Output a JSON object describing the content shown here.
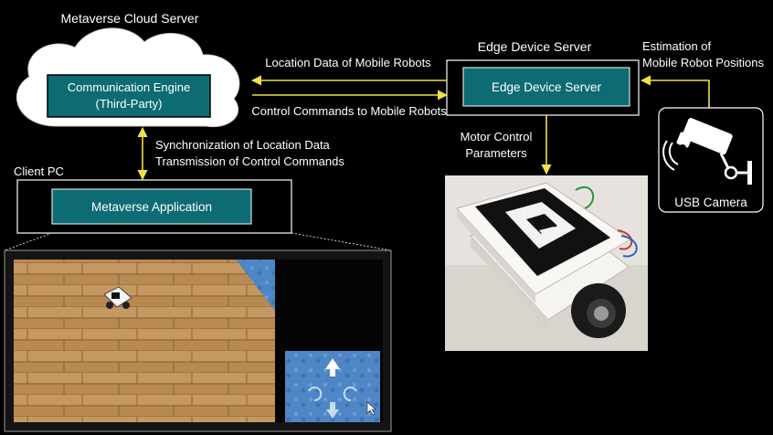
{
  "cloud": {
    "title": "Metaverse Cloud Server",
    "engine_line1": "Communication Engine",
    "engine_line2": "(Third-Party)"
  },
  "edge": {
    "title": "Edge Device Server",
    "box_label": "Edge Device Server"
  },
  "client": {
    "title": "Client PC",
    "app_label": "Metaverse Application"
  },
  "camera": {
    "label": "USB Camera",
    "estimation_line1": "Estimation of",
    "estimation_line2": "Mobile Robot Positions"
  },
  "arrows": {
    "location_data": "Location Data of Mobile Robots",
    "control_commands": "Control Commands to Mobile Robots",
    "sync_line1": "Synchronization of Location Data",
    "sync_line2": "Transmission of Control Commands",
    "motor_line1": "Motor Control",
    "motor_line2": "Parameters"
  },
  "colors": {
    "background": "#000000",
    "box_fill": "#0d6b73",
    "arrow": "#f0e04a",
    "outline": "#ffffff"
  }
}
